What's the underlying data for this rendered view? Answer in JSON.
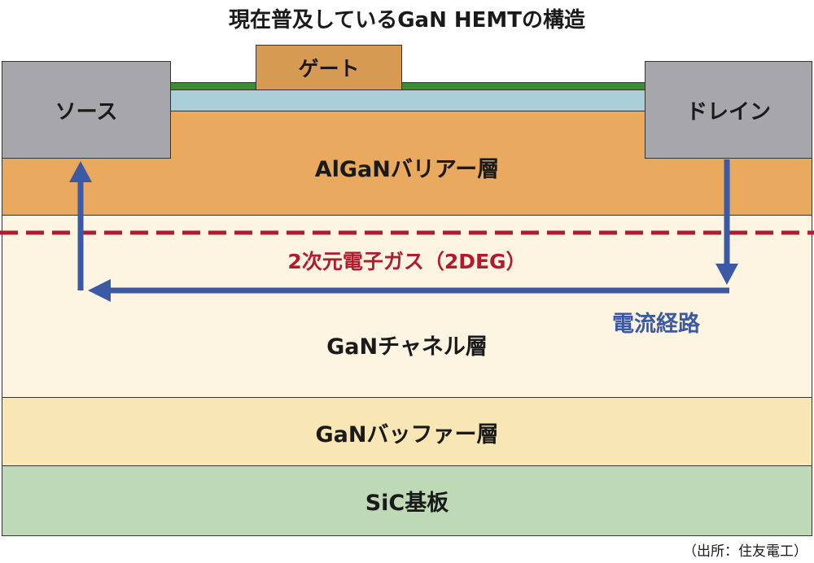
{
  "title": "現在普及しているGaN HEMTの構造",
  "electrodes": {
    "source": "ソース",
    "gate": "ゲート",
    "drain": "ドレイン"
  },
  "layers": {
    "barrier": "AlGaNバリアー層",
    "channel": "GaNチャネル層",
    "buffer": "GaNバッファー層",
    "substrate": "SiC基板"
  },
  "twodeg_label": "2次元電子ガス（2DEG）",
  "current_label": "電流経路",
  "source_credit": "（出所：住友電工）",
  "colors": {
    "electrode": "#a7a6ab",
    "gate": "#d79a52",
    "barrier": "#e9a95f",
    "channel": "#fdf4e1",
    "buffer": "#f8e7b4",
    "substrate": "#bdd9b6",
    "dielectric": "#abcfd9",
    "passivation": "#3c8c33",
    "twodeg": "#b01c2e",
    "current": "#3a5aa6"
  }
}
